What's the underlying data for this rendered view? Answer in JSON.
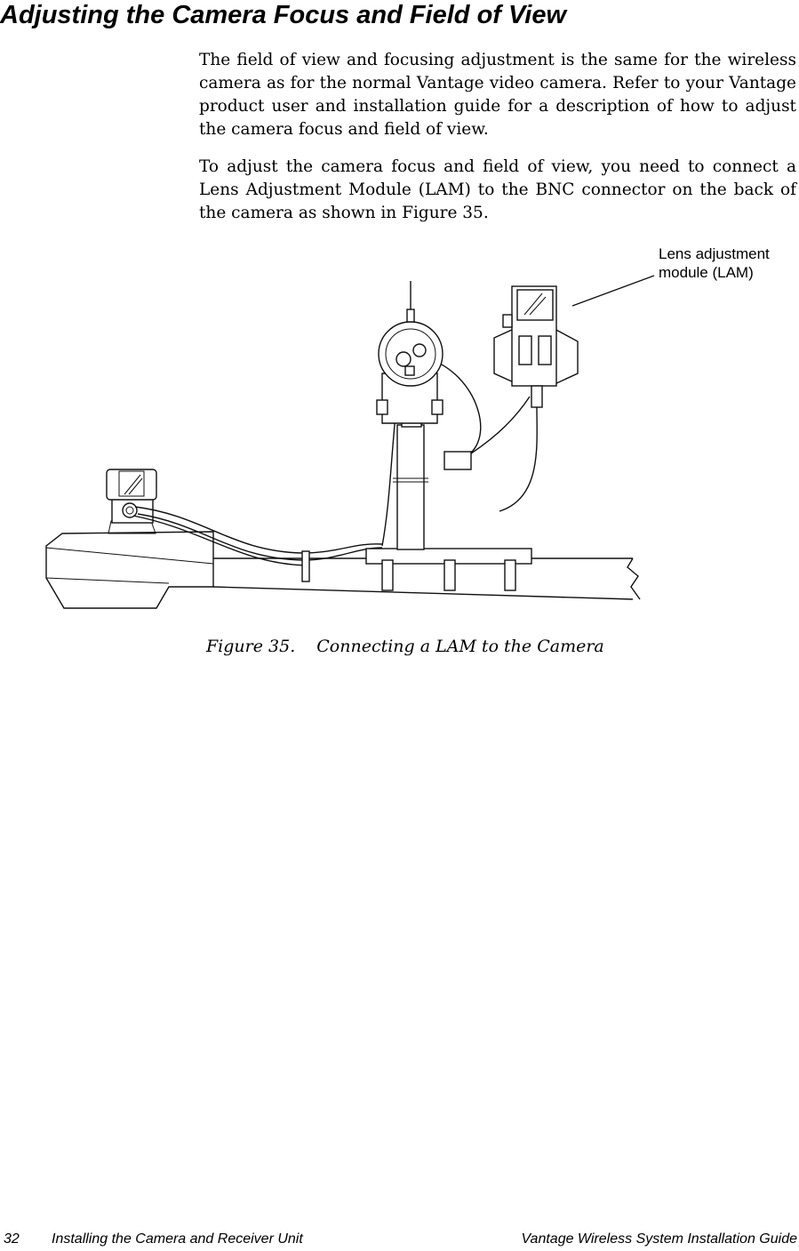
{
  "section": {
    "heading": "Adjusting the Camera Focus and Field of View"
  },
  "body": {
    "paragraphs": [
      "The field of view and focusing adjustment is the same for the wireless camera as for the normal Vantage video camera. Refer to your Vantage product user and installation guide for a description of how to adjust the camera focus and field of view.",
      "To adjust the camera focus and field of view, you need to connect a Lens Adjustment Module (LAM) to the BNC connector on the back of the camera as shown in Figure 35."
    ]
  },
  "figure": {
    "callout_line1": "Lens adjustment",
    "callout_line2": "module (LAM)",
    "caption_number": "Figure 35.",
    "caption_text": "Connecting a LAM to the Camera"
  },
  "footer": {
    "page_number": "32",
    "section_title": "Installing the Camera and Receiver Unit",
    "book_title": "Vantage Wireless System Installation Guide"
  }
}
